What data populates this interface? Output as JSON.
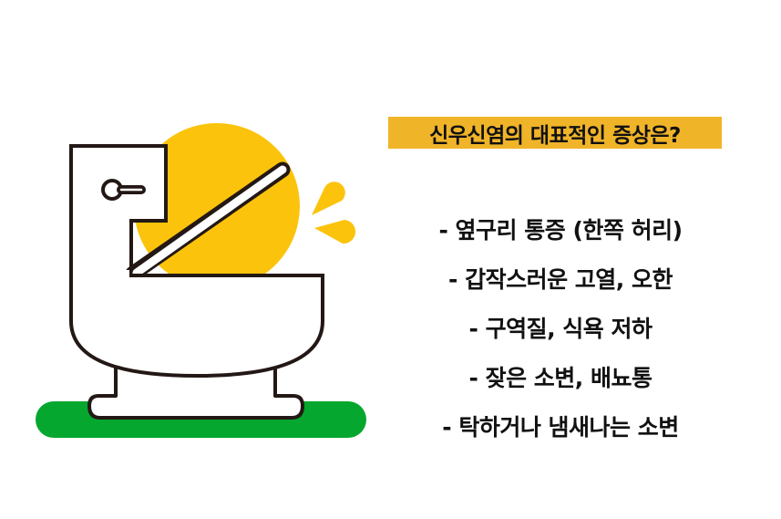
{
  "title": "신우신염의 대표적인 증상은?",
  "symptoms": [
    "- 옆구리 통증 (한쪽 허리)",
    "- 갑작스러운 고열, 오한",
    "- 구역질, 식욕 저하",
    "- 잦은 소변, 배뇨통",
    "- 탁하거나 냄새나는 소변"
  ],
  "illustration": {
    "subject": "toilet-icon",
    "colors": {
      "sun": "#FBC30B",
      "ground": "#05A72E",
      "outline": "#231815",
      "fill": "#FFFFFF",
      "title_highlight": "#F0B429"
    }
  }
}
